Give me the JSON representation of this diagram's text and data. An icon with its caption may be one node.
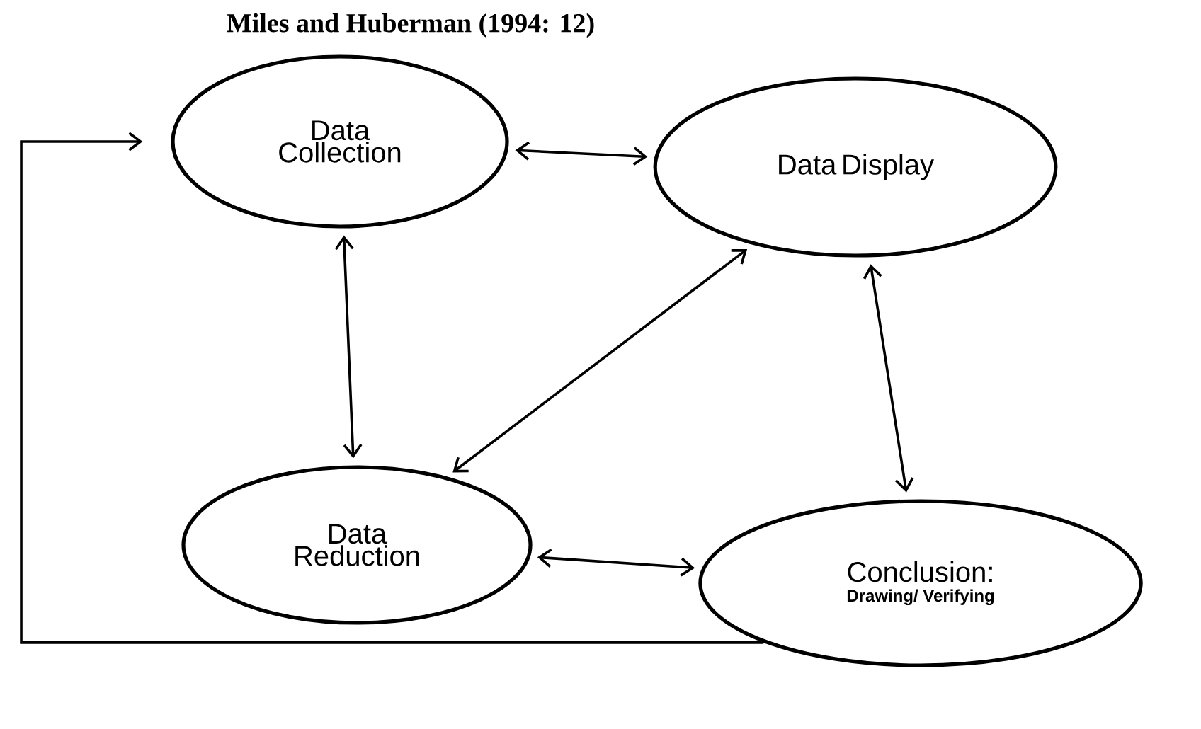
{
  "diagram": {
    "title": "Miles and Huberman (1994: 12)",
    "nodes": [
      {
        "text": [
          "Data Collection"
        ]
      },
      {
        "text": [
          "Data Display"
        ]
      },
      {
        "text": [
          "Data Reduction"
        ]
      },
      {
        "text": [
          "Conclusion:",
          "Drawing/ Verifying"
        ]
      }
    ],
    "edges": [
      {
        "from": 0,
        "to": 1,
        "arrow": "both"
      },
      {
        "from": 0,
        "to": 2,
        "arrow": "both"
      },
      {
        "from": 2,
        "to": 1,
        "arrow": "both"
      },
      {
        "from": 2,
        "to": 3,
        "arrow": "both"
      },
      {
        "from": 1,
        "to": 3,
        "arrow": "both"
      },
      {
        "from": 3,
        "to": 0,
        "arrow": "to"
      }
    ]
  }
}
